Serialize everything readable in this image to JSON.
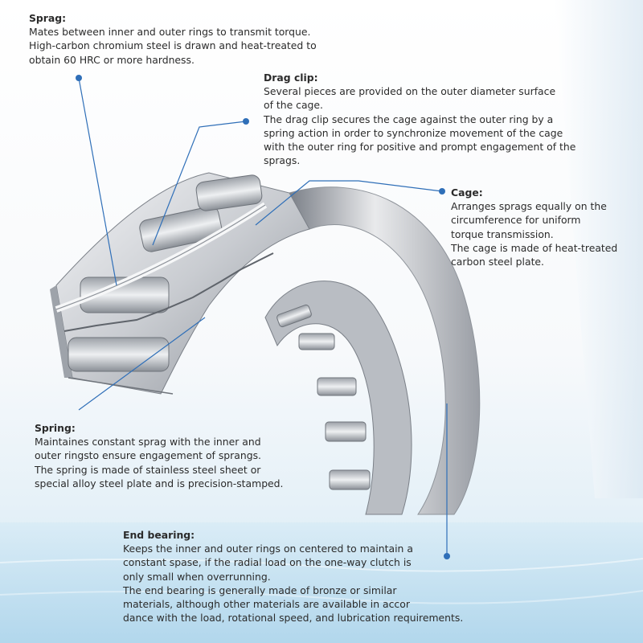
{
  "colors": {
    "leader": "#2f6fb8",
    "dot": "#2f6fb8",
    "text": "#2b2b2b"
  },
  "callouts": {
    "sprag": {
      "title": "Sprag:",
      "lines": [
        " Mates between inner and outer rings to transmit torque.",
        "High-carbon chromium steel is drawn and heat-treated to",
        "obtain 60 HRC or more hardness."
      ]
    },
    "drag_clip": {
      "title": "Drag clip:",
      "lines": [
        "Several pieces are provided on the outer diameter surface",
        "of the cage.",
        "The drag clip secures the cage against the outer ring by a",
        "spring action in order to synchronize movement of the cage",
        "with the outer ring for positive and prompt engagement of the",
        "sprags."
      ]
    },
    "cage": {
      "title": "Cage:",
      "lines": [
        "Arranges sprags equally on the",
        "circumference for uniform",
        "torque transmission.",
        "The cage is made of heat-treated",
        "carbon steel plate."
      ]
    },
    "spring": {
      "title": "Spring:",
      "lines": [
        "Maintaines constant sprag with the inner and",
        "outer ringsto ensure engagement of  sprangs.",
        "The spring is made of stainless steel sheet or",
        "special alloy steel plate and is precision-stamped."
      ]
    },
    "end_bearing": {
      "title": "End bearing:",
      "lines": [
        "Keeps the inner and outer rings on centered to maintain a",
        "constant spase, if the radial load on the one-way clutch is",
        "only small when overrunning.",
        "The end bearing is generally made of bronze or similar",
        "materials, although other materials are available in accor",
        "dance with the load, rotational speed, and lubrication requirements."
      ]
    }
  }
}
